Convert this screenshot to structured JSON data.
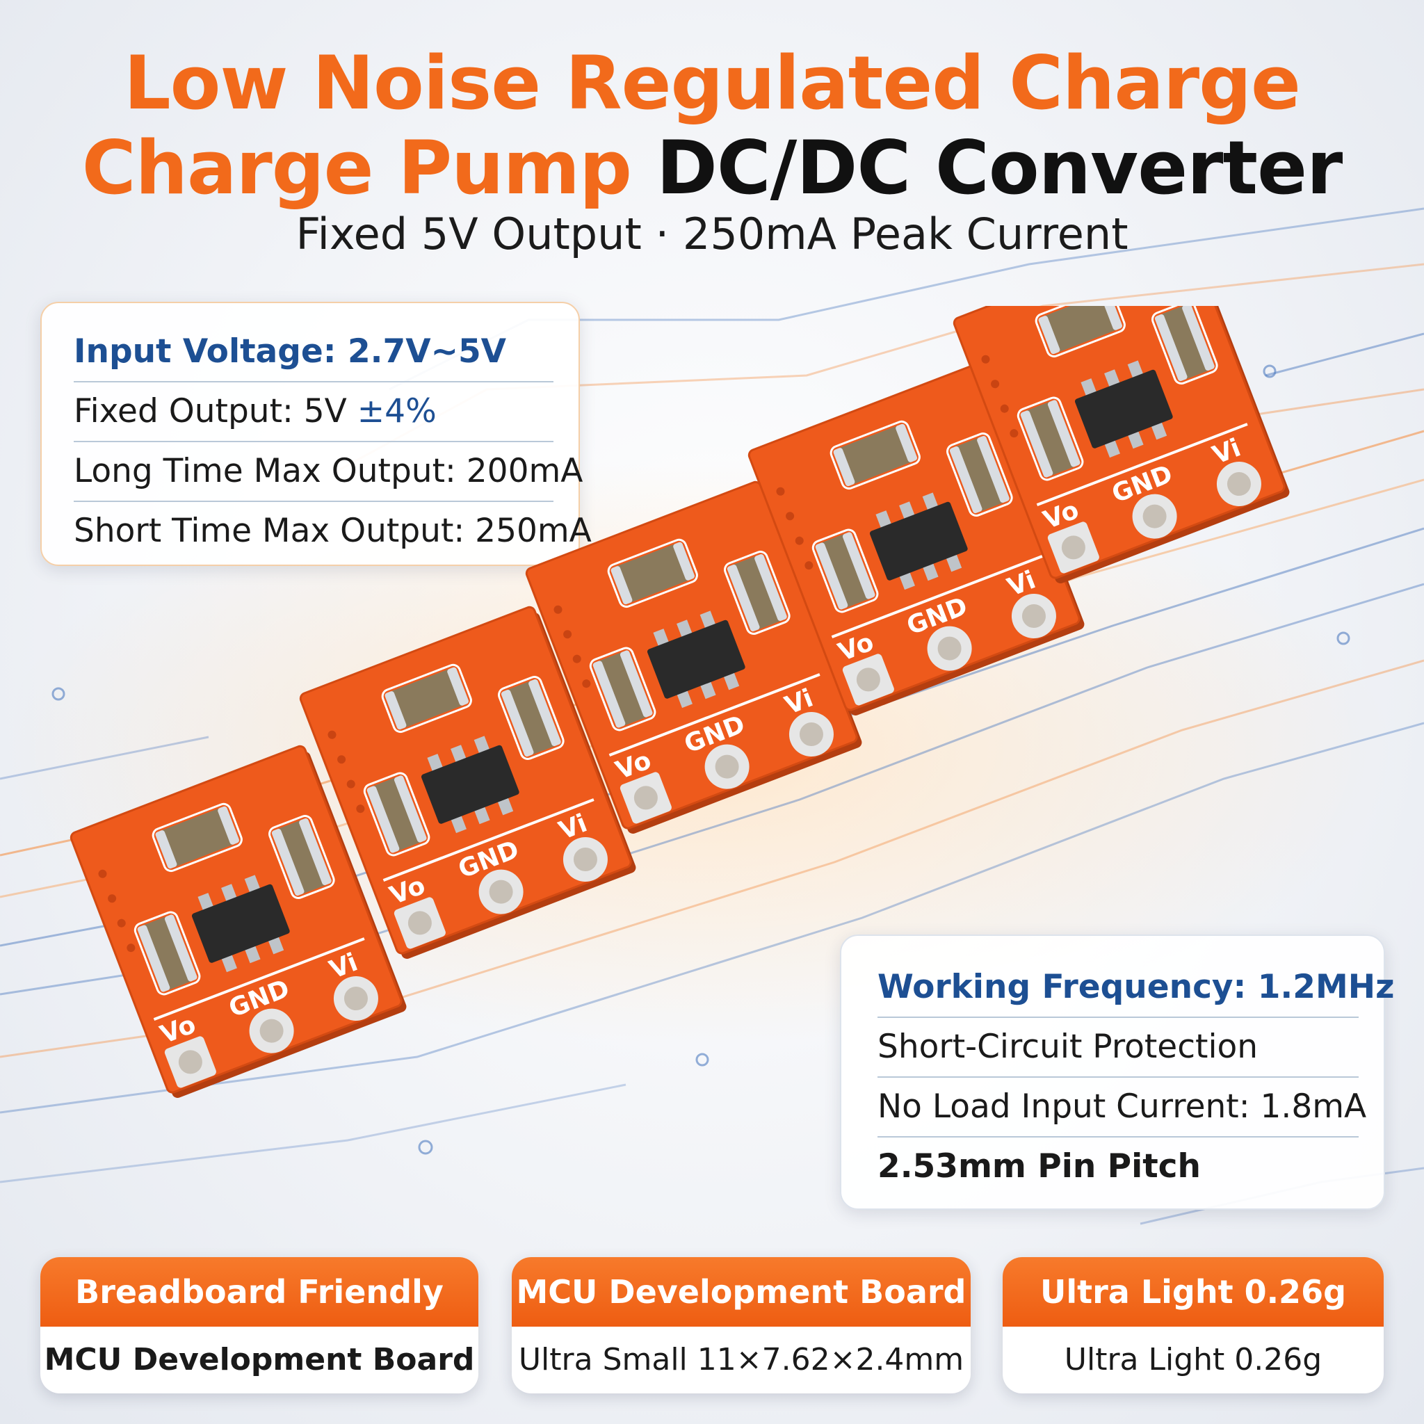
{
  "header": {
    "title_line1": "Low Noise Regulated Charge",
    "title_line2_orange": "Charge Pump",
    "title_line2_dark": "DC/DC Converter",
    "subtitle": "Fixed 5V Output · 250mA Peak Current"
  },
  "spec_card_1": {
    "head": "Input Voltage: 2.7V~5V",
    "row1_prefix": "Fixed Output: 5V",
    "row1_accent": "±4%",
    "row2": "Long Time Max Output: 200mA",
    "row3": "Short Time Max Output: 250mA"
  },
  "spec_card_2": {
    "head": "Working Frequency: 1.2MHz",
    "row1": "Short-Circuit Protection",
    "row2": "No Load Input Current: 1.8mA",
    "row3": "2.53mm Pin Pitch"
  },
  "board_labels": {
    "vo": "Vo",
    "gnd": "GND",
    "vi": "Vi"
  },
  "badges": [
    {
      "top": "Breadboard Friendly",
      "bottom": "MCU Development Board"
    },
    {
      "top": "MCU Development Board",
      "bottom": "Ultra Small 11×7.62×2.4mm"
    },
    {
      "top": "Ultra Light 0.26g",
      "bottom": "Ultra Light 0.26g"
    }
  ],
  "colors": {
    "brand_orange": "#f26a1b",
    "pcb_orange": "#ee5a1c",
    "accent_blue": "#1d4f93",
    "trace_blue": "#3f6fb5"
  }
}
